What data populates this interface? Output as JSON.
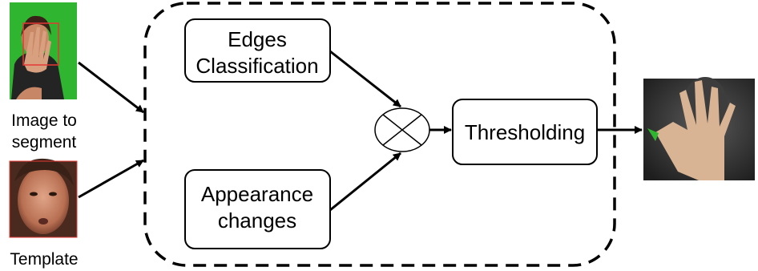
{
  "inputs": {
    "image_label_line1": "Image to",
    "image_label_line2": "segment",
    "template_label": "Template"
  },
  "process": {
    "edges_line1": "Edges",
    "edges_line2": "Classification",
    "appearance_line1": "Appearance",
    "appearance_line2": "changes",
    "threshold_label": "Thresholding"
  },
  "colors": {
    "stroke": "#000000",
    "face_box": "#e53935",
    "green_screen": "#2fb52f"
  }
}
